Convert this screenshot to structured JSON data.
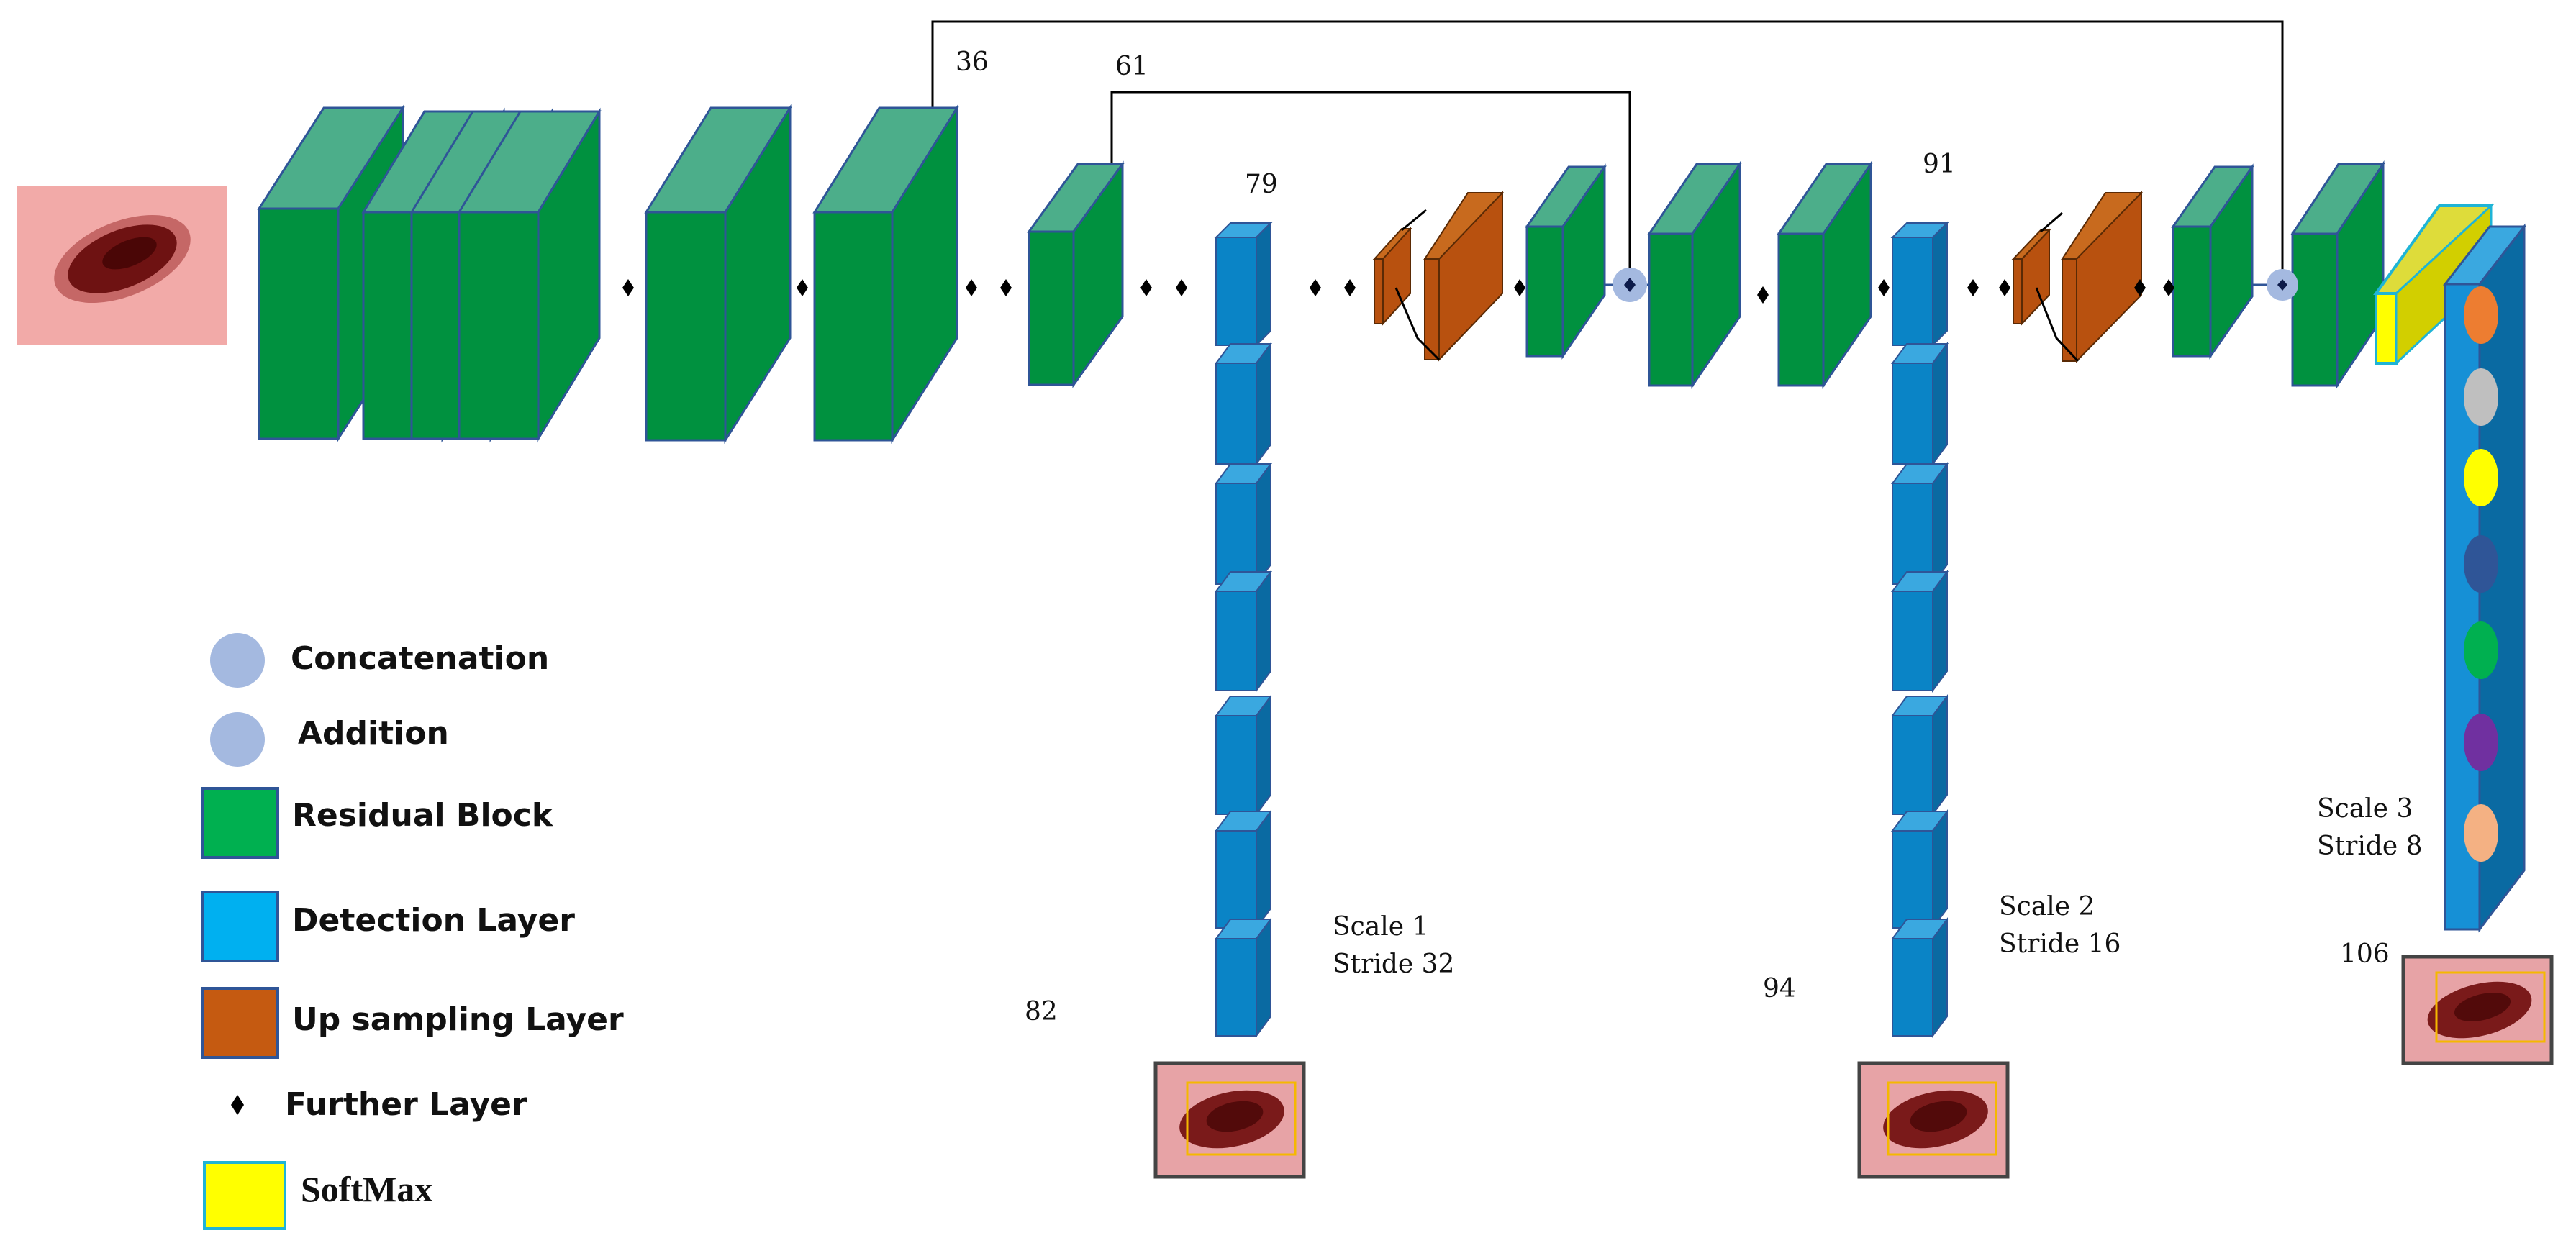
{
  "labels": {
    "n36": "36",
    "n61": "61",
    "n79": "79",
    "n91": "91",
    "n82": "82",
    "n94": "94",
    "n106": "106"
  },
  "scales": {
    "s1_line1": "Scale 1",
    "s1_line2": "Stride 32",
    "s2_line1": "Scale 2",
    "s2_line2": "Stride 16",
    "s3_line1": "Scale 3",
    "s3_line2": "Stride 8"
  },
  "legend": {
    "concatenation": "Concatenation",
    "addition": "Addition",
    "residual": "Residual  Block",
    "detection": "Detection Layer",
    "upsampling": "Up sampling  Layer",
    "further": "Further Layer",
    "softmax": "SoftMax"
  },
  "colors": {
    "residual_front": "#00913f",
    "residual_side": "#4cae8a",
    "detection_front": "#0a84c6",
    "detection_side": "#3aa8e0",
    "upsampling_front": "#b8510f",
    "upsampling_side": "#8a3a06",
    "softmax": "#ffff00",
    "concat_circle": "#a4b9e0",
    "lesion_bg": "#f2aaa8",
    "lesion_dark": "#6e1212"
  }
}
